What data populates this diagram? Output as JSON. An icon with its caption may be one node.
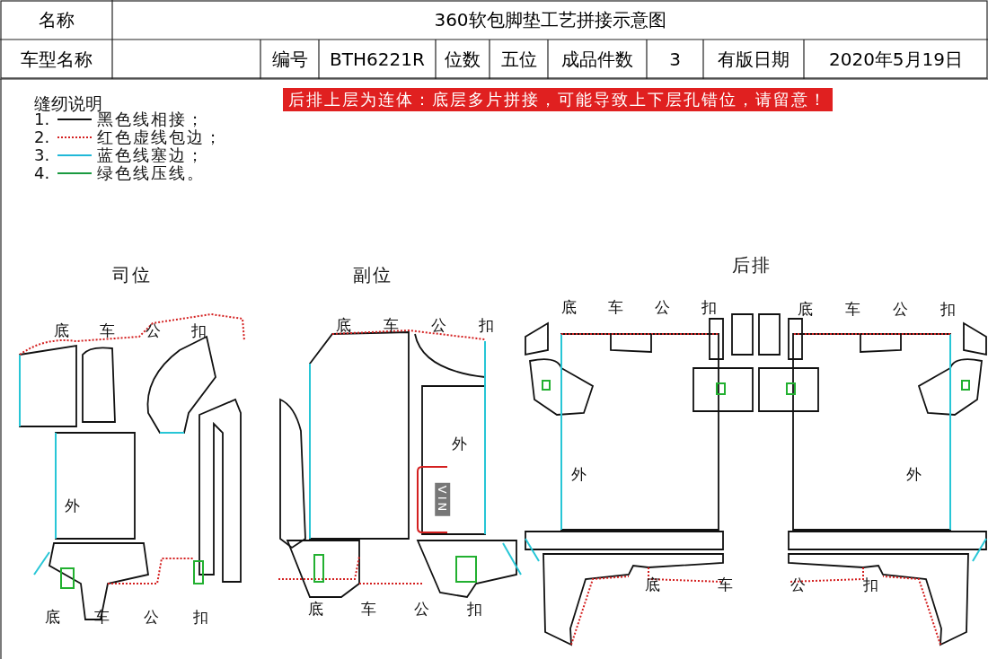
{
  "diagram": {
    "title": "360软包脚垫工艺拼接示意图",
    "labels": [
      "名称",
      "车型名称",
      "编号",
      "BTH6221R",
      "位数",
      "五位",
      "成品件数",
      "3",
      "有版日期",
      "2020年5月19日",
      "缝纫说明",
      "1.",
      "2.",
      "3.",
      "4.",
      "后排上层为连体：底层多片拼接，可能导致上下层孔错位，请留意！",
      "司位",
      "副位",
      "后排",
      "底车公扣",
      "外",
      "底车公扣",
      "底车公扣",
      "外",
      "VIN",
      "底车公扣",
      "底车公扣",
      "底车公扣",
      "外",
      "外",
      "底车公扣"
    ],
    "legend": [
      {
        "text": "黑色线相接；"
      },
      {
        "text": "红色虚线包边；"
      },
      {
        "text": "蓝色线塞边；"
      },
      {
        "text": "绿色线压线。"
      }
    ]
  }
}
